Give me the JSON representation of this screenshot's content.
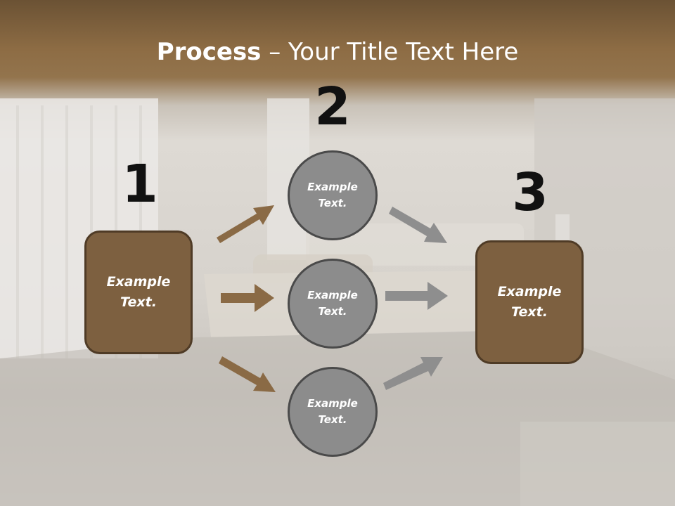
{
  "title": {
    "bold": "Process",
    "rest": " – Your Title Text Here"
  },
  "colors": {
    "brown": "#7d6040",
    "gray": "#8c8c8c",
    "brown_arrow": "#8a6a45",
    "gray_arrow": "#8e8e8e"
  },
  "steps": [
    {
      "number": "1",
      "text": "Example\nText."
    },
    {
      "number": "2",
      "items": [
        {
          "text": "Example\nText."
        },
        {
          "text": "Example\nText."
        },
        {
          "text": "Example\nText."
        }
      ]
    },
    {
      "number": "3",
      "text": "Example\nText."
    }
  ]
}
